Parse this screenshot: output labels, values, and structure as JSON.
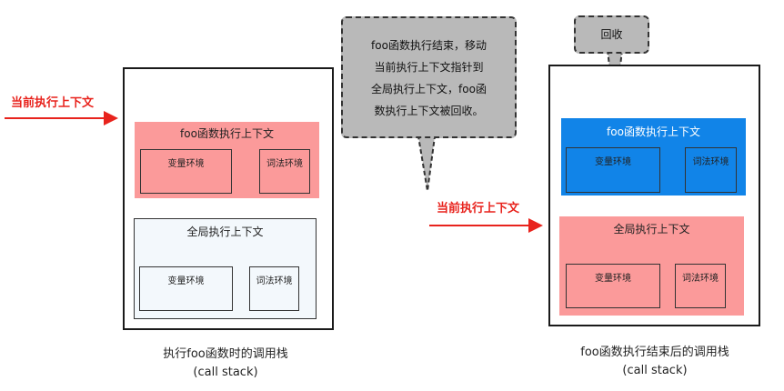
{
  "left_stack": {
    "pointer_label": "当前执行上下文",
    "foo_context": {
      "title": "foo函数执行上下文",
      "variable_env": "变量环境",
      "lexical_env": "词法环境"
    },
    "global_context": {
      "title": "全局执行上下文",
      "variable_env": "变量环境",
      "lexical_env": "词法环境"
    },
    "caption": {
      "line1": "执行foo函数时的调用栈",
      "line2": "(call stack)"
    }
  },
  "callout": {
    "lines": [
      "foo函数执行结束，移动",
      "当前执行上下文指针到",
      "全局执行上下文，foo函",
      "数执行上下文被回收。"
    ]
  },
  "middle_pointer_label": "当前执行上下文",
  "right_stack": {
    "recycle_label": "回收",
    "foo_context": {
      "title": "foo函数执行上下文",
      "variable_env": "变量环境",
      "lexical_env": "词法环境"
    },
    "global_context": {
      "title": "全局执行上下文",
      "variable_env": "变量环境",
      "lexical_env": "词法环境"
    },
    "caption": {
      "line1": "foo函数执行结束后的调用栈",
      "line2": "(call stack)"
    }
  },
  "colors": {
    "pointer_red": "#e8231d",
    "active_context": "#fb9a9a",
    "global_context_bg": "#f3f8fc",
    "recycled_context": "#1184e8",
    "callout_bg": "#b9b9b9"
  }
}
